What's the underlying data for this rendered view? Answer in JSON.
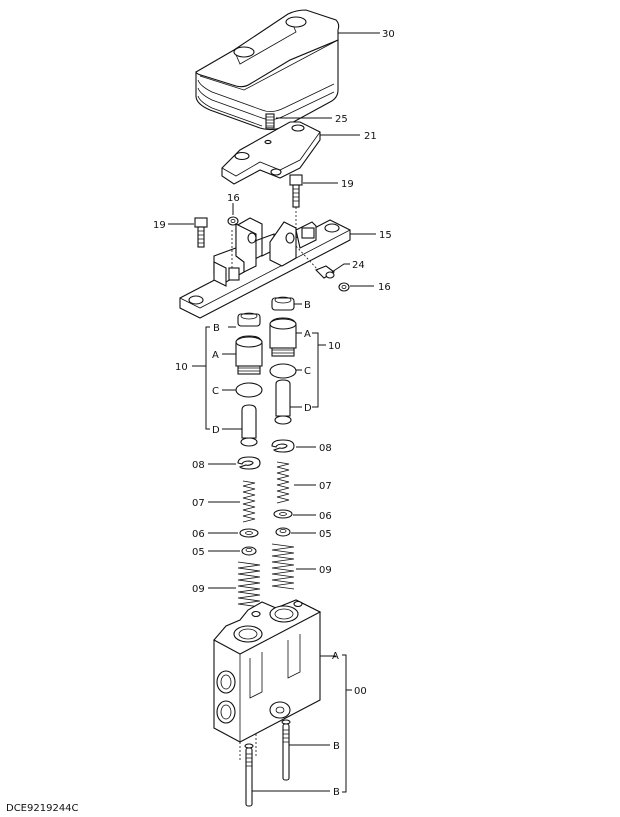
{
  "drawing_code": "DCE9219244C",
  "callouts": {
    "c30": "30",
    "c25": "25",
    "c21": "21",
    "c19a": "19",
    "c16a": "16",
    "c19b": "19",
    "c15": "15",
    "c24": "24",
    "c16b": "16",
    "cB_r": "B",
    "cA_r": "A",
    "c10_r": "10",
    "cC_r": "C",
    "cD_r": "D",
    "cB_l": "B",
    "cA_l": "A",
    "c10_l": "10",
    "cC_l": "C",
    "cD_l": "D",
    "c08_r": "08",
    "c08_l": "08",
    "c07_l": "07",
    "c07_r": "07",
    "c06_l": "06",
    "c06_r": "06",
    "c05_l": "05",
    "c05_r": "05",
    "c09_l": "09",
    "c09_r": "09",
    "cA_body": "A",
    "c00": "00",
    "cB_body1": "B",
    "cB_body2": "B"
  }
}
